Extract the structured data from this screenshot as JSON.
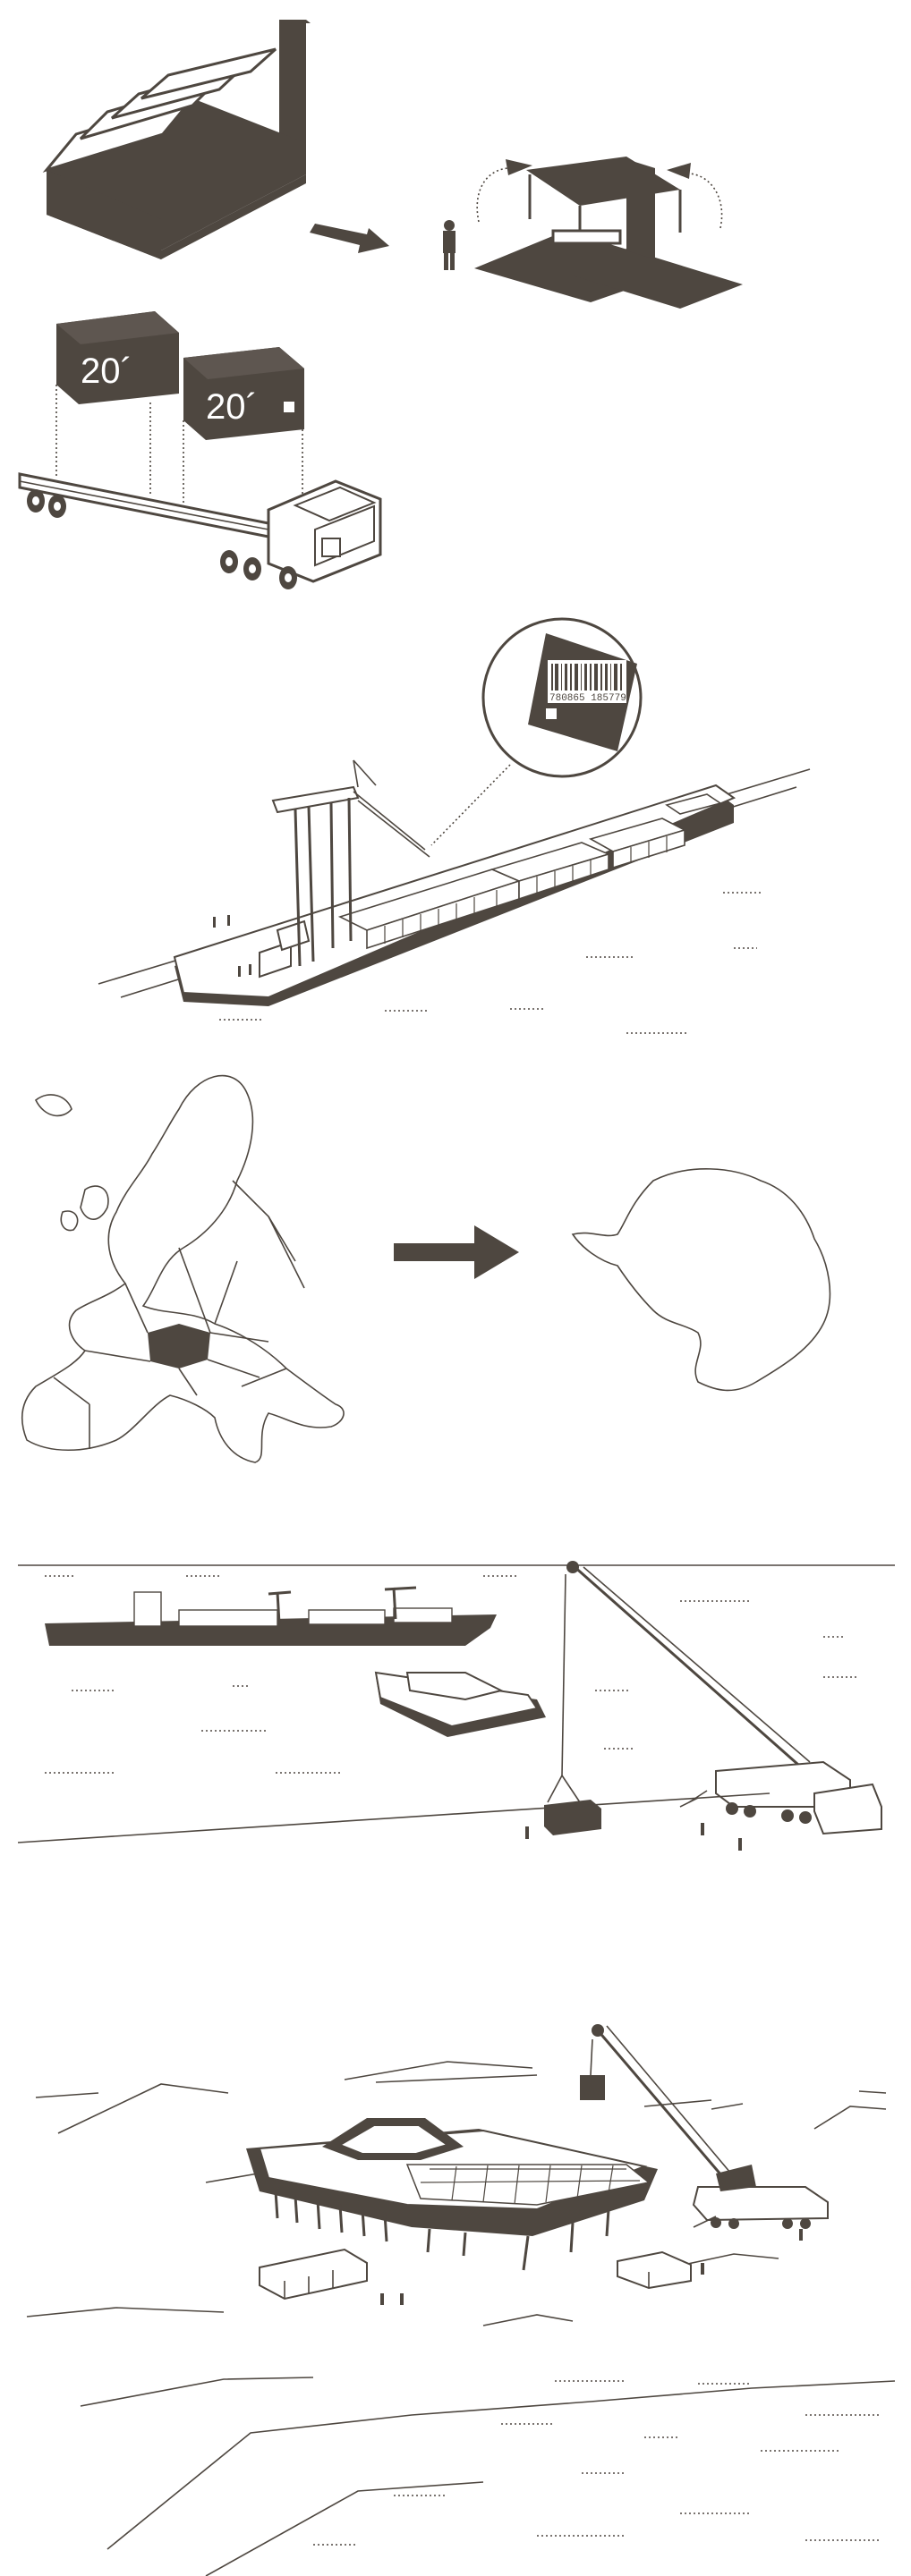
{
  "containers": {
    "label_1": "20´",
    "label_2": "20´"
  },
  "barcode": {
    "digits": "780865 185779"
  },
  "colors": {
    "ink": "#4e4740",
    "background": "#ffffff"
  },
  "icons": {
    "factory": "factory-icon",
    "transfer_arrow": "arrow-right-icon",
    "map_arrow": "arrow-right-icon"
  }
}
